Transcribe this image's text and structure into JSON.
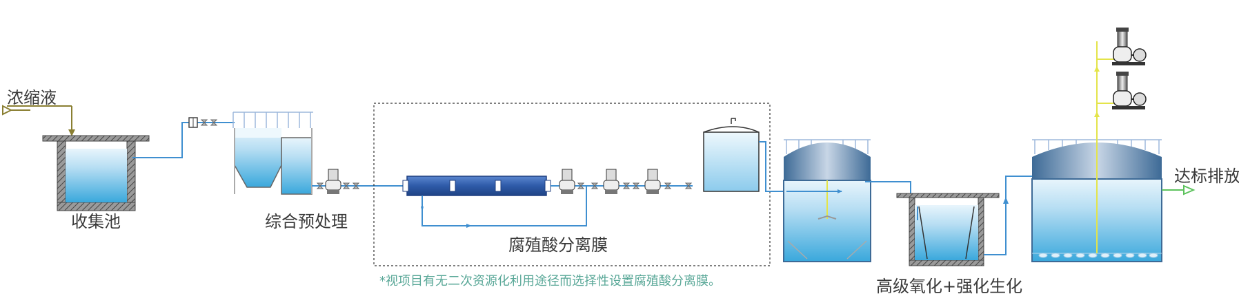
{
  "labels": {
    "inlet": "浓缩液",
    "collection_tank": "收集池",
    "pretreatment": "综合预处理",
    "humic_membrane": "腐殖酸分离膜",
    "oxidation": "高级氧化+强化生化",
    "discharge": "达标排放"
  },
  "note": "*视项目有无二次资源化利用途径而选择性设置腐殖酸分离膜。",
  "colors": {
    "water_pipe": "#3f8fd0",
    "feed_pipe": "#8a7f32",
    "air_pipe": "#e4e44a",
    "outlet_pipe": "#5cc25c",
    "membrane": "#2e5aa8",
    "note_text": "#5aa898"
  }
}
